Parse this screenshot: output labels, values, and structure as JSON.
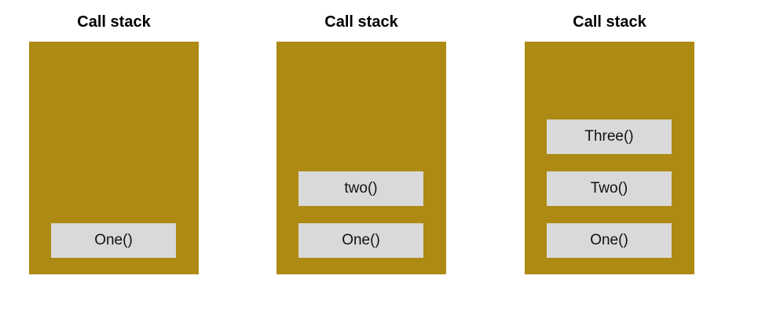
{
  "stacks": [
    {
      "title": "Call stack",
      "frames": [
        "One()"
      ]
    },
    {
      "title": "Call stack",
      "frames": [
        "One()",
        "two()"
      ]
    },
    {
      "title": "Call stack",
      "frames": [
        "One()",
        "Two()",
        "Three()"
      ]
    }
  ],
  "colors": {
    "stack_background": "#ad8a13",
    "frame_background": "#d9d9d9"
  }
}
